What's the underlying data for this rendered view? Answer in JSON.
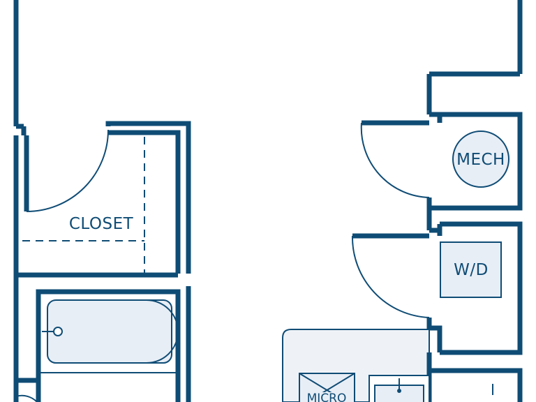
{
  "floor_plan": {
    "labels": {
      "closet": "CLOSET",
      "mech": "MECH",
      "washer_dryer": "W/D",
      "microwave": "MICRO"
    },
    "colors": {
      "wall": "#0f4c75",
      "fixture_fill": "#e8eef6",
      "background": "#ffffff"
    }
  }
}
